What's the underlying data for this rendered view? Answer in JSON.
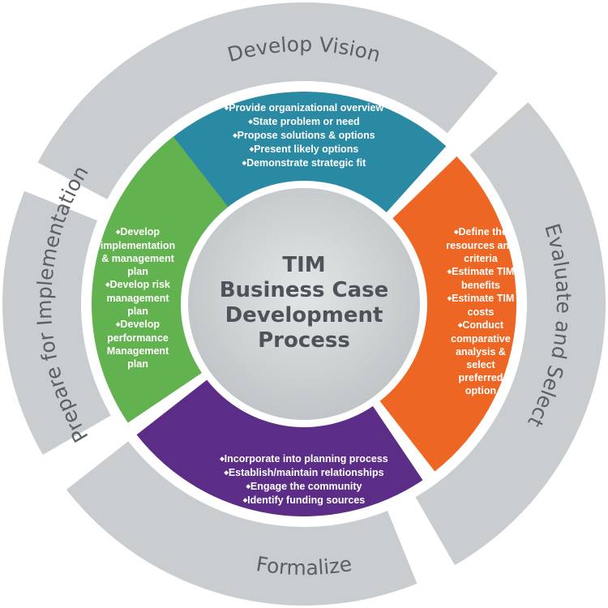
{
  "center": {
    "lines": [
      "TIM",
      "Business Case",
      "Development",
      "Process"
    ]
  },
  "stages": [
    {
      "id": "develop-vision",
      "label": "Develop Vision",
      "color": "#2a8aa3",
      "items": [
        "Provide organizational overview",
        "State problem or need",
        "Propose solutions & options",
        "Present likely options",
        "Demonstrate strategic fit"
      ]
    },
    {
      "id": "evaluate-select",
      "label": "Evaluate and Select",
      "color": "#ee6623",
      "items": [
        "Define the resources and criteria",
        "Estimate TIM benefits",
        "Estimate TIM costs",
        "Conduct comparative analysis & select preferred option"
      ]
    },
    {
      "id": "formalize",
      "label": "Formalize",
      "color": "#5b2d86",
      "items": [
        "Incorporate into planning process",
        "Establish/maintain relationships",
        "Engage the community",
        "Identify funding sources"
      ]
    },
    {
      "id": "prepare-implementation",
      "label": "Prepare for Implementation",
      "color": "#62b24f",
      "items": [
        "Develop implementation & management plan",
        "Develop risk management plan",
        "Develop performance Management plan"
      ]
    }
  ],
  "colors": {
    "ring": "#c9cdcf",
    "center": "#cdd1d3",
    "text": "#4d5358"
  }
}
